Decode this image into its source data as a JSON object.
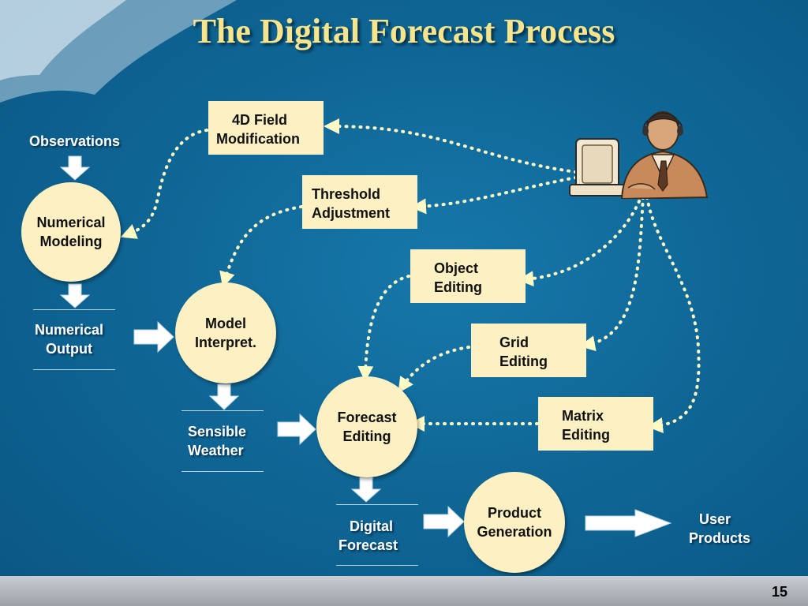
{
  "title": "The Digital Forecast Process",
  "page_number": "15",
  "inputs": {
    "observations": "Observations",
    "numerical_output": [
      "Numerical",
      "Output"
    ],
    "sensible_weather": [
      "Sensible",
      "Weather"
    ],
    "digital_forecast": [
      "Digital",
      "Forecast"
    ],
    "user_products": [
      "User",
      "Products"
    ]
  },
  "process_nodes": {
    "numerical_modeling": [
      "Numerical",
      "Modeling"
    ],
    "model_interpret": [
      "Model",
      "Interpret."
    ],
    "forecast_editing": [
      "Forecast",
      "Editing"
    ],
    "product_generation": [
      "Product",
      "Generation"
    ]
  },
  "tools": {
    "field_modification": [
      "4D Field",
      "Modification"
    ],
    "threshold_adjustment": [
      "Threshold",
      "Adjustment"
    ],
    "object_editing": [
      "Object",
      "Editing"
    ],
    "grid_editing": [
      "Grid",
      "Editing"
    ],
    "matrix_editing": [
      "Matrix",
      "Editing"
    ]
  },
  "icons": {
    "forecaster": "forecaster-at-computer-icon",
    "arrow": "white-block-arrow-icon"
  },
  "colors": {
    "background": "#0f6796",
    "title": "#f6e58c",
    "node_fill": "#fdf0c2",
    "dotted_line": "#fff9c4",
    "footer": "#b3b7bd"
  }
}
